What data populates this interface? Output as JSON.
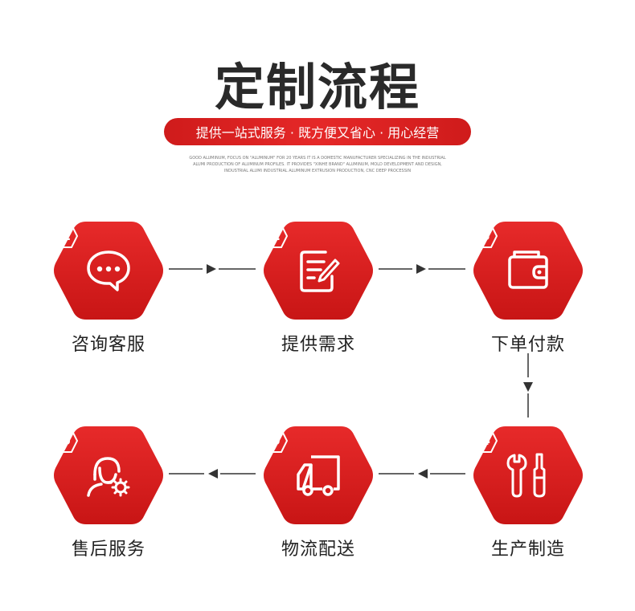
{
  "header": {
    "title": "定制流程",
    "subtitle": "提供一站式服务 · 既方便又省心 · 用心经营",
    "fineprint": "GOOD ALUMINUM, FOCUS ON \"ALUMINUM\" FOR 20 YEARS IT IS A DOMESTIC MANUFACTURER SPECIALIZING IN THE INDUSTRIAL ALUMI PRODUCTION OF ALUMINUM PROFILES. IT PROVIDES \"XINHE BRAND\" ALUMINUM, MOLD DEVELOPMENT AND DESIGN, INDUSTRIAL ALUMI INDUSTRIAL ALUMINUM EXTRUSION PRODUCTION, CNC DEEP PROCESSIN"
  },
  "steps": [
    {
      "num": "1",
      "label": "咨询客服",
      "icon": "chat-bubble-icon"
    },
    {
      "num": "2",
      "label": "提供需求",
      "icon": "document-edit-icon"
    },
    {
      "num": "3",
      "label": "下单付款",
      "icon": "wallet-icon"
    },
    {
      "num": "4",
      "label": "生产制造",
      "icon": "wrench-screwdriver-icon"
    },
    {
      "num": "5",
      "label": "物流配送",
      "icon": "delivery-truck-icon"
    },
    {
      "num": "6",
      "label": "售后服务",
      "icon": "customer-service-icon"
    }
  ],
  "colors": {
    "accent": "#e02424",
    "accent_dark": "#c41818",
    "title": "#2a2a2a",
    "connector": "#333333"
  }
}
